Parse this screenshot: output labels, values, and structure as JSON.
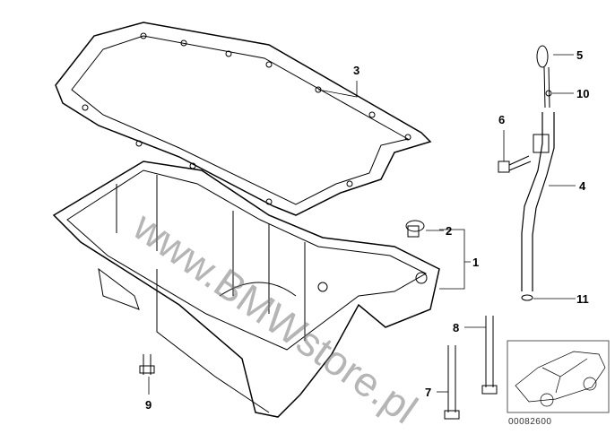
{
  "diagram": {
    "callouts": [
      {
        "id": "3",
        "label": "3"
      },
      {
        "id": "5",
        "label": "5"
      },
      {
        "id": "10",
        "label": "10"
      },
      {
        "id": "6",
        "label": "6"
      },
      {
        "id": "4",
        "label": "4"
      },
      {
        "id": "2",
        "label": "2"
      },
      {
        "id": "1",
        "label": "1"
      },
      {
        "id": "11",
        "label": "11"
      },
      {
        "id": "8",
        "label": "8"
      },
      {
        "id": "7",
        "label": "7"
      },
      {
        "id": "9",
        "label": "9"
      }
    ],
    "watermark": "www.BMWstore.pl",
    "thumbnail_code": "00082600"
  },
  "colors": {
    "line": "#000000",
    "watermark": "#888888"
  }
}
